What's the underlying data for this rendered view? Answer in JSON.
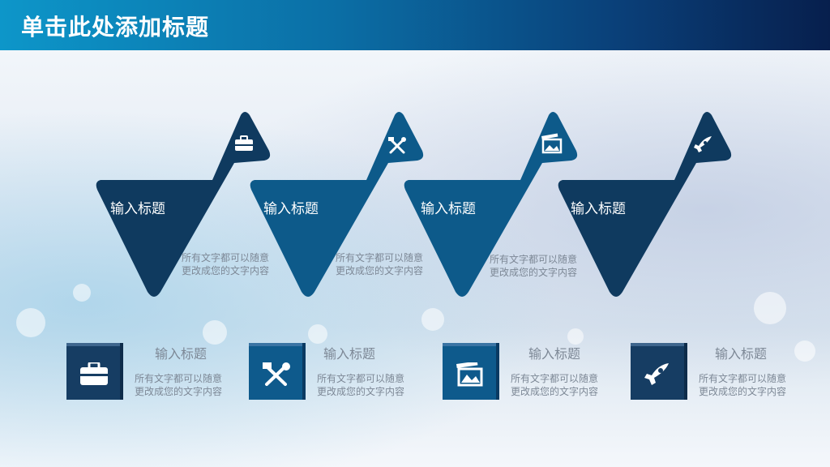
{
  "header": {
    "title": "单击此处添加标题"
  },
  "colors": {
    "dark_blue": "#0f3a5f",
    "mid_blue": "#0d5a8a",
    "header_start": "#0d96c9",
    "header_end": "#071f4d",
    "text_gray": "#7d8896"
  },
  "triangles": [
    {
      "title": "输入标题",
      "desc_line1": "所有文字都可以随意",
      "desc_line2": "更改成您的文字内容",
      "icon": "briefcase-icon"
    },
    {
      "title": "输入标题",
      "desc_line1": "所有文字都可以随意",
      "desc_line2": "更改成您的文字内容",
      "icon": "tools-icon"
    },
    {
      "title": "输入标题",
      "desc_line1": "所有文字都可以随意",
      "desc_line2": "更改成您的文字内容",
      "icon": "picture-icon"
    },
    {
      "title": "输入标题",
      "desc_line1": "",
      "desc_line2": "",
      "icon": "rocket-icon"
    }
  ],
  "cards": [
    {
      "title": "输入标题",
      "desc_line1": "所有文字都可以随意",
      "desc_line2": "更改成您的文字内容",
      "icon": "briefcase-icon"
    },
    {
      "title": "输入标题",
      "desc_line1": "所有文字都可以随意",
      "desc_line2": "更改成您的文字内容",
      "icon": "tools-icon"
    },
    {
      "title": "输入标题",
      "desc_line1": "所有文字都可以随意",
      "desc_line2": "更改成您的文字内容",
      "icon": "picture-icon"
    },
    {
      "title": "输入标题",
      "desc_line1": "所有文字都可以随意",
      "desc_line2": "更改成您的文字内容",
      "icon": "rocket-icon"
    }
  ]
}
